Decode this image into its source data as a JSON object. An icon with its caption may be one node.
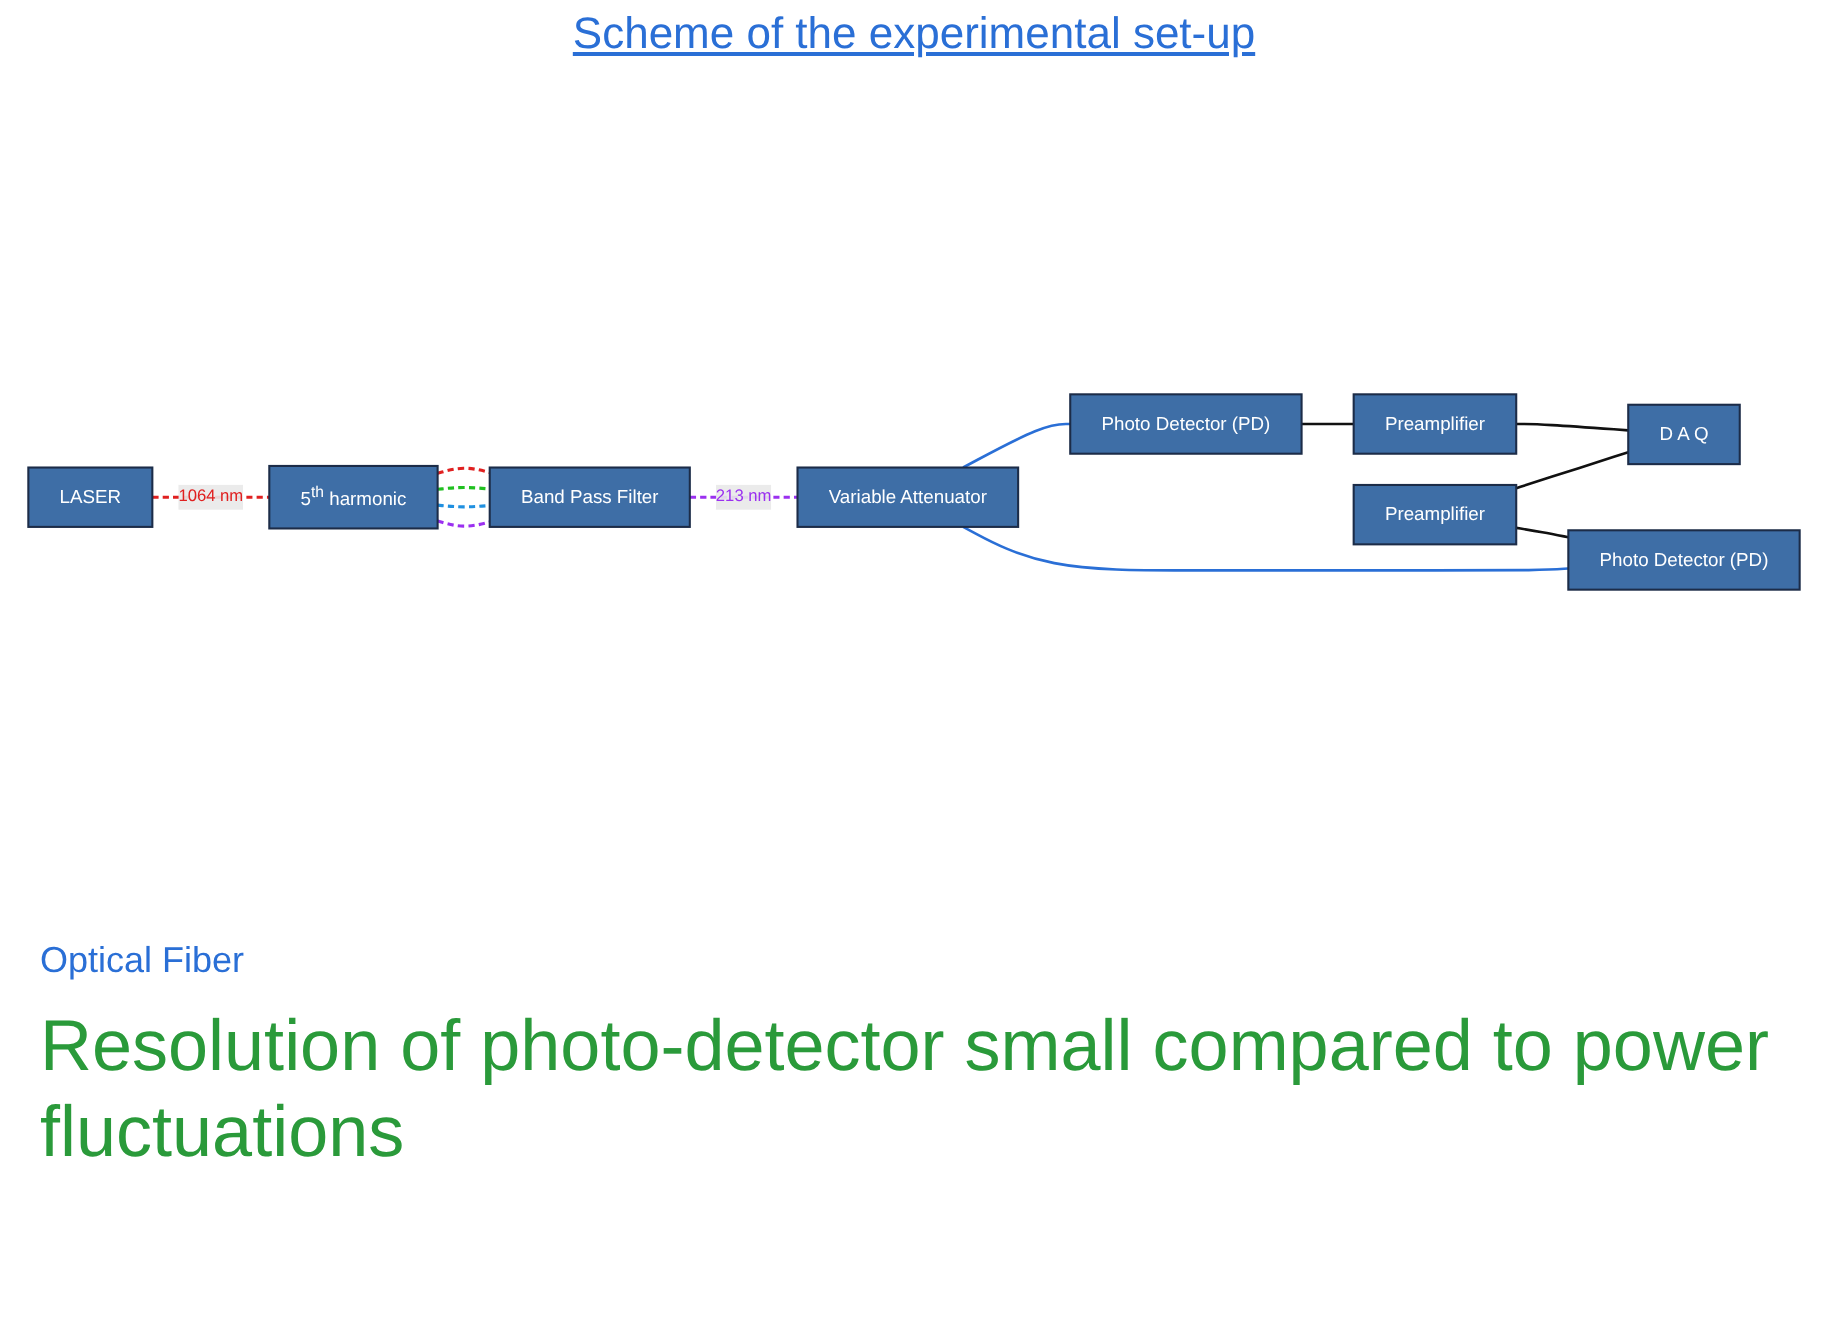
{
  "diagram": {
    "title": "Scheme of the experimental set-up",
    "nodes": [
      {
        "text": [
          "Photo Detector (PD)"
        ]
      },
      {
        "text": [
          "Preamplifier"
        ]
      },
      {
        "text": [
          "D A Q"
        ]
      },
      {
        "text": [
          "Preamplifier"
        ]
      },
      {
        "text": [
          "Variable Attenuator"
        ]
      },
      {
        "text": [
          "Photo Detector (PD)"
        ]
      },
      {
        "text": [
          "Band Pass Filter"
        ]
      },
      {
        "text": [
          "5$^{th}$ harmonic"
        ]
      },
      {
        "text": [
          "LASER"
        ]
      }
    ],
    "edges": [
      {
        "from": 4,
        "to": 0,
        "arrow": "none",
        "color": "#2a6fd6"
      },
      {
        "from": 4,
        "to": 5,
        "arrow": "none",
        "color": "#2a6fd6"
      },
      {
        "from": 0,
        "to": 1,
        "arrow": "none"
      },
      {
        "from": 1,
        "to": 2,
        "arrow": "none"
      },
      {
        "from": 3,
        "to": 2,
        "arrow": "none"
      },
      {
        "from": 3,
        "to": 5,
        "arrow": "none"
      },
      {
        "from": 6,
        "to": 4,
        "arrow": "none",
        "label": "213 nm",
        "style": "dashed",
        "color": "#9b30f0"
      },
      {
        "from": 7,
        "to": 6,
        "arrow": "none",
        "style": "dashed",
        "color": "#e02020"
      },
      {
        "from": 7,
        "to": 6,
        "arrow": "none",
        "style": "dashed",
        "color": "#20c020"
      },
      {
        "from": 7,
        "to": 6,
        "arrow": "none",
        "style": "dashed",
        "color": "#2090e0"
      },
      {
        "from": 7,
        "to": 6,
        "arrow": "none",
        "style": "dashed",
        "color": "#9b30f0"
      },
      {
        "from": 8,
        "to": 7,
        "arrow": "none",
        "label": "1064 nm",
        "style": "dashed",
        "color": "#e02020"
      }
    ],
    "labels": [
      "Optical Fiber",
      "Resolution of photo-detector small compared to power fluctuations"
    ]
  }
}
